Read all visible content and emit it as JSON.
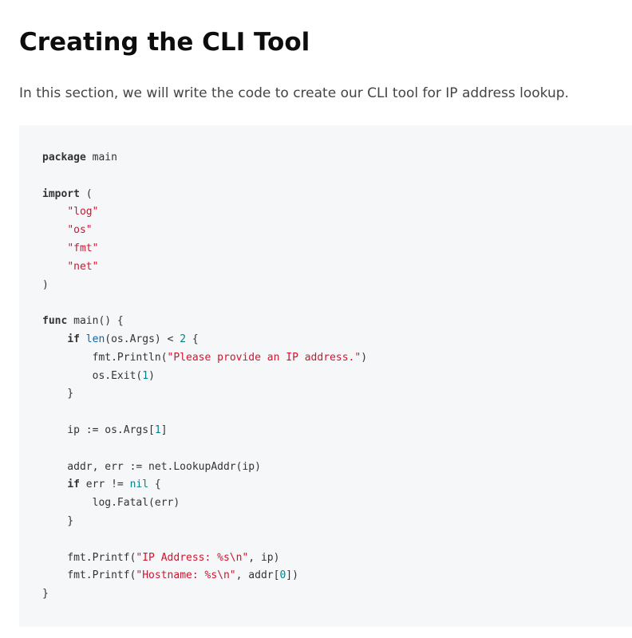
{
  "article": {
    "heading": "Creating the CLI Tool",
    "intro": "In this section, we will write the code to create our CLI tool for IP address lookup."
  },
  "colors": {
    "background": "#ffffff",
    "code_background": "#f6f7f9",
    "keyword": "#333333",
    "string": "#d0152f",
    "number": "#0a7f86",
    "builtin": "#0b66a8"
  },
  "code": {
    "language": "go",
    "lines": [
      [
        {
          "t": "package",
          "k": "kw"
        },
        {
          "t": " main",
          "k": "plain"
        }
      ],
      [],
      [
        {
          "t": "import",
          "k": "kw"
        },
        {
          "t": " (",
          "k": "plain"
        }
      ],
      [
        {
          "t": "    ",
          "k": "plain"
        },
        {
          "t": "\"log\"",
          "k": "str"
        }
      ],
      [
        {
          "t": "    ",
          "k": "plain"
        },
        {
          "t": "\"os\"",
          "k": "str"
        }
      ],
      [
        {
          "t": "    ",
          "k": "plain"
        },
        {
          "t": "\"fmt\"",
          "k": "str"
        }
      ],
      [
        {
          "t": "    ",
          "k": "plain"
        },
        {
          "t": "\"net\"",
          "k": "str"
        }
      ],
      [
        {
          "t": ")",
          "k": "plain"
        }
      ],
      [],
      [
        {
          "t": "func",
          "k": "kw"
        },
        {
          "t": " main() {",
          "k": "plain"
        }
      ],
      [
        {
          "t": "    ",
          "k": "plain"
        },
        {
          "t": "if",
          "k": "kw"
        },
        {
          "t": " ",
          "k": "plain"
        },
        {
          "t": "len",
          "k": "builtin"
        },
        {
          "t": "(os.Args) < ",
          "k": "plain"
        },
        {
          "t": "2",
          "k": "num"
        },
        {
          "t": " {",
          "k": "plain"
        }
      ],
      [
        {
          "t": "        fmt.Println(",
          "k": "plain"
        },
        {
          "t": "\"Please provide an IP address.\"",
          "k": "str"
        },
        {
          "t": ")",
          "k": "plain"
        }
      ],
      [
        {
          "t": "        os.Exit(",
          "k": "plain"
        },
        {
          "t": "1",
          "k": "num"
        },
        {
          "t": ")",
          "k": "plain"
        }
      ],
      [
        {
          "t": "    }",
          "k": "plain"
        }
      ],
      [],
      [
        {
          "t": "    ip := os.Args[",
          "k": "plain"
        },
        {
          "t": "1",
          "k": "num"
        },
        {
          "t": "]",
          "k": "plain"
        }
      ],
      [],
      [
        {
          "t": "    addr, err := net.LookupAddr(ip)",
          "k": "plain"
        }
      ],
      [
        {
          "t": "    ",
          "k": "plain"
        },
        {
          "t": "if",
          "k": "kw"
        },
        {
          "t": " err != ",
          "k": "plain"
        },
        {
          "t": "nil",
          "k": "num"
        },
        {
          "t": " {",
          "k": "plain"
        }
      ],
      [
        {
          "t": "        log.Fatal(err)",
          "k": "plain"
        }
      ],
      [
        {
          "t": "    }",
          "k": "plain"
        }
      ],
      [],
      [
        {
          "t": "    fmt.Printf(",
          "k": "plain"
        },
        {
          "t": "\"IP Address: %s\\n\"",
          "k": "str"
        },
        {
          "t": ", ip)",
          "k": "plain"
        }
      ],
      [
        {
          "t": "    fmt.Printf(",
          "k": "plain"
        },
        {
          "t": "\"Hostname: %s\\n\"",
          "k": "str"
        },
        {
          "t": ", addr[",
          "k": "plain"
        },
        {
          "t": "0",
          "k": "num"
        },
        {
          "t": "])",
          "k": "plain"
        }
      ],
      [
        {
          "t": "}",
          "k": "plain"
        }
      ]
    ]
  }
}
